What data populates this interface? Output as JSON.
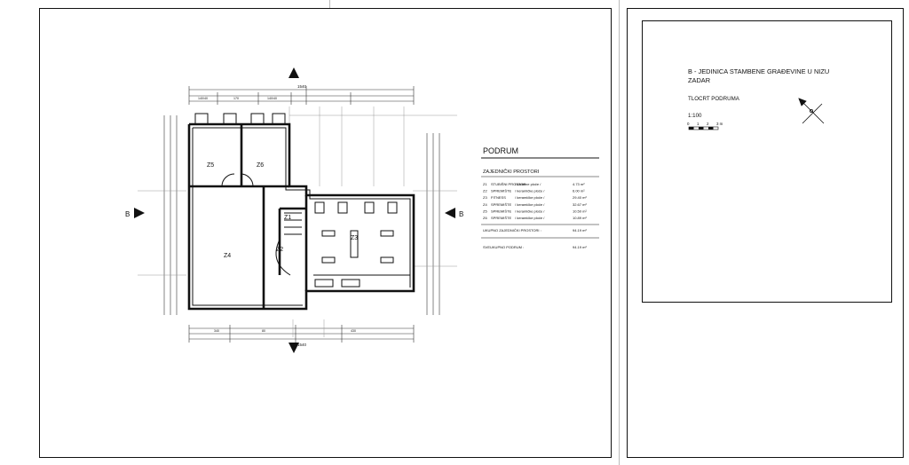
{
  "title_block": {
    "line1": "B - JEDINICA STAMBENE GRAĐEVINE U NIZU",
    "line2": "ZADAR",
    "drawing_title": "TLOCRT PODRUMA",
    "scale": "1:100",
    "scale_ticks": [
      "0",
      "1",
      "2",
      "3 m"
    ],
    "north_arrow": "north-arrow-icon"
  },
  "legend": {
    "title": "PODRUM",
    "subtitle": "ZAJEDNIČKI PROSTORI",
    "rows": [
      {
        "code": "Z1",
        "name": "STUBIŠNI PROSTOR",
        "finish": "/ kamene ploče /",
        "area": "4.73 m²"
      },
      {
        "code": "Z2",
        "name": "SPREMIŠTE",
        "finish": "/ keramičke ploče /",
        "area": "6.00 m²"
      },
      {
        "code": "Z3",
        "name": "FITNESS",
        "finish": "/ keramičke ploče /",
        "area": "29.40 m²"
      },
      {
        "code": "Z4",
        "name": "SPREMIŠTE",
        "finish": "/ keramičke ploče /",
        "area": "32.67 m²"
      },
      {
        "code": "Z5",
        "name": "SPREMIŠTE",
        "finish": "/ keramičke ploče /",
        "area": "10.50 m²"
      },
      {
        "code": "Z6",
        "name": "SPREMIŠTE",
        "finish": "/ keramičke ploče /",
        "area": "10.89 m²"
      }
    ],
    "total_common_label": "UKUPNO ZAJEDNIČKI PROSTORI :",
    "total_common_value": "94.19 m²",
    "grand_total_label": "SVEUKUPNO PODRUM :",
    "grand_total_value": "94.19 m²"
  },
  "plan": {
    "rooms": [
      {
        "code": "Z1"
      },
      {
        "code": "Z2"
      },
      {
        "code": "Z3"
      },
      {
        "code": "Z4"
      },
      {
        "code": "Z5"
      },
      {
        "code": "Z6"
      }
    ],
    "overall_dim_top": "1540",
    "overall_dim_bottom": "1540",
    "section_marker": "B",
    "dims_top": [
      "140/40",
      "170",
      "140/40"
    ],
    "dims_bottom": [
      "340",
      "80",
      "430"
    ]
  }
}
